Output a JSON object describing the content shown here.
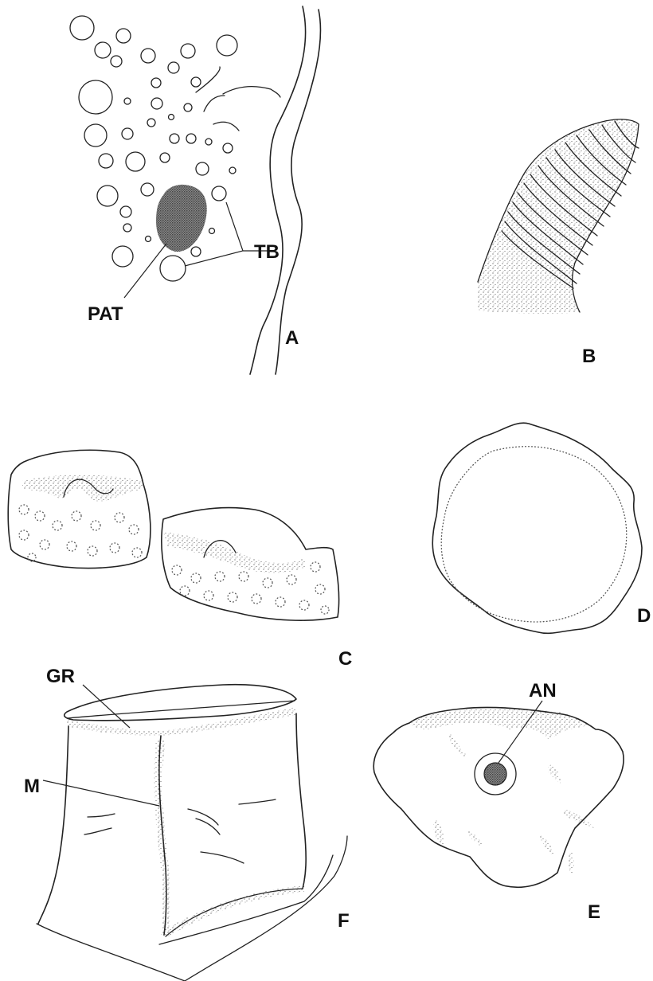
{
  "panels": {
    "A": "A",
    "B": "B",
    "C": "C",
    "D": "D",
    "E": "E",
    "F": "F"
  },
  "labels": {
    "TB": "TB",
    "PAT": "PAT",
    "GR": "GR",
    "M": "M",
    "AN": "AN"
  }
}
